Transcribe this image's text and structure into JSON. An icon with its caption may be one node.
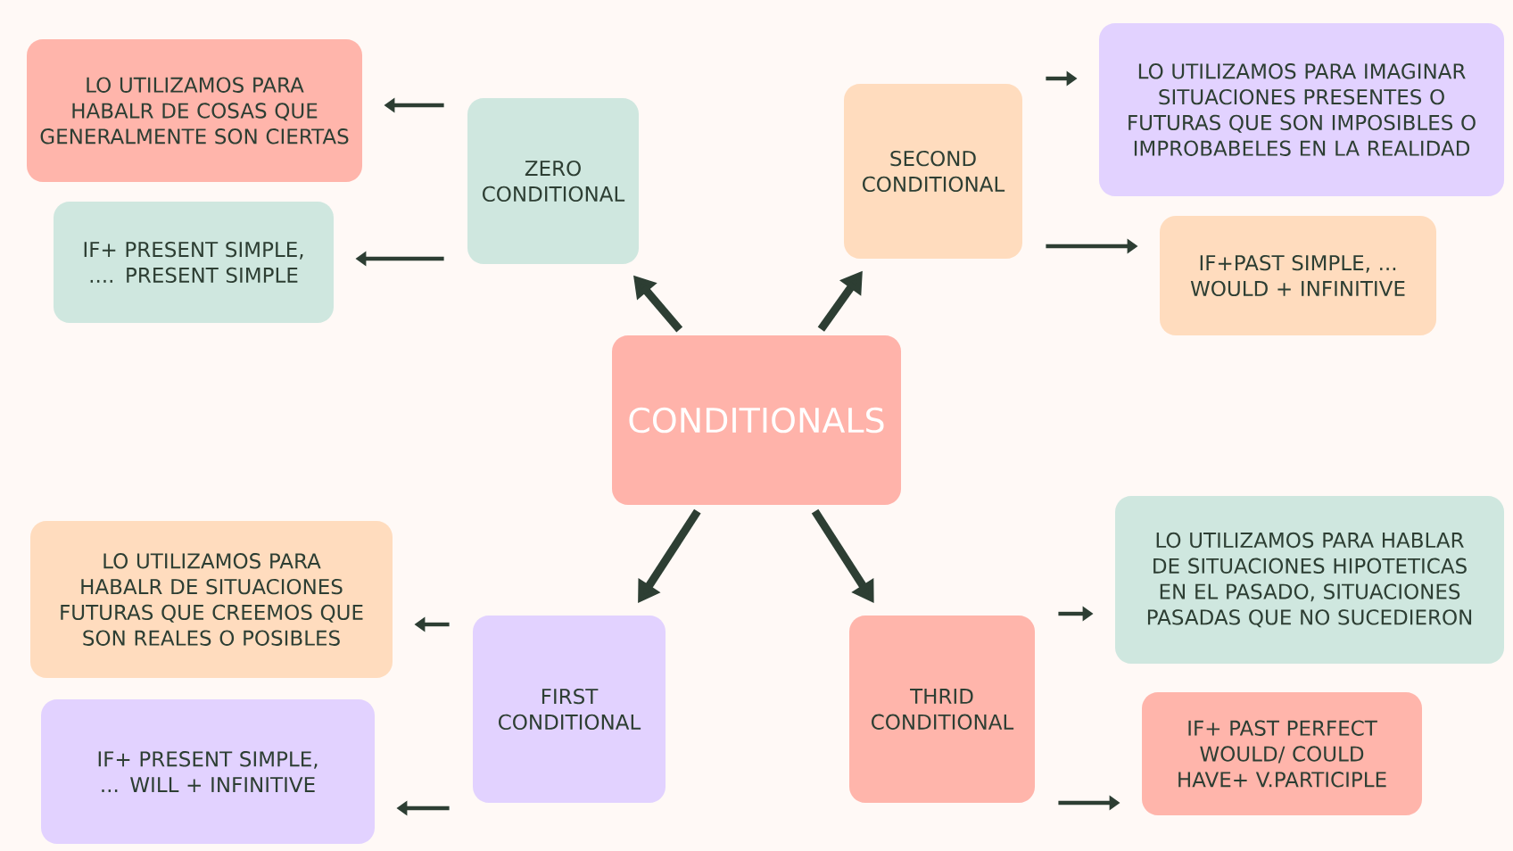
{
  "diagram": {
    "nodes": [
      {
        "text": [
          "CONDITIONALS"
        ]
      },
      {
        "text": [
          "ZERO CONDITIONAL"
        ]
      },
      {
        "text": [
          "LO UTILIZAMOS PARA HABALR DE COSAS QUE GENERALMENTE SON CIERTAS"
        ]
      },
      {
        "text": [
          "IF+ PRESENT SIMPLE, .... PRESENT SIMPLE"
        ]
      },
      {
        "text": [
          "SECOND CONDITIONAL"
        ]
      },
      {
        "text": [
          "LO UTILIZAMOS PARA IMAGINAR SITUACIONES PRESENTES O FUTURAS QUE SON IMPOSIBLES O IMPROBABELES EN LA REALIDAD"
        ]
      },
      {
        "text": [
          "IF+PAST SIMPLE, ... WOULD + INFINITIVE"
        ]
      },
      {
        "text": [
          "FIRST CONDITIONAL"
        ]
      },
      {
        "text": [
          "LO UTILIZAMOS PARA HABALR DE SITUACIONES FUTURAS QUE CREEMOS QUE SON REALES O POSIBLES"
        ]
      },
      {
        "text": [
          "IF+ PRESENT SIMPLE, ... WILL + INFINITIVE"
        ]
      },
      {
        "text": [
          "THRID CONDITIONAL"
        ]
      },
      {
        "text": [
          "LO UTILIZAMOS PARA HABLAR DE SITUACIONES HIPOTETICAS EN EL PASADO, SITUACIONES PASADAS QUE NO SUCEDIERON"
        ]
      },
      {
        "text": [
          "IF+ PAST PERFECT WOULD/ COULD HAVE+ V.PARTICIPLE"
        ]
      }
    ],
    "edges": [
      {
        "from": 0,
        "to": 1,
        "arrow": "to",
        "style": "thick"
      },
      {
        "from": 0,
        "to": 4,
        "arrow": "to",
        "style": "thick"
      },
      {
        "from": 0,
        "to": 7,
        "arrow": "to",
        "style": "thick"
      },
      {
        "from": 0,
        "to": 10,
        "arrow": "to",
        "style": "thick"
      },
      {
        "from": 1,
        "to": 2,
        "arrow": "to"
      },
      {
        "from": 1,
        "to": 3,
        "arrow": "to"
      },
      {
        "from": 4,
        "to": 5,
        "arrow": "to"
      },
      {
        "from": 4,
        "to": 6,
        "arrow": "to"
      },
      {
        "from": 7,
        "to": 8,
        "arrow": "to"
      },
      {
        "from": 7,
        "to": 9,
        "arrow": "to"
      },
      {
        "from": 10,
        "to": 11,
        "arrow": "to"
      },
      {
        "from": 10,
        "to": 12,
        "arrow": "to"
      }
    ]
  }
}
